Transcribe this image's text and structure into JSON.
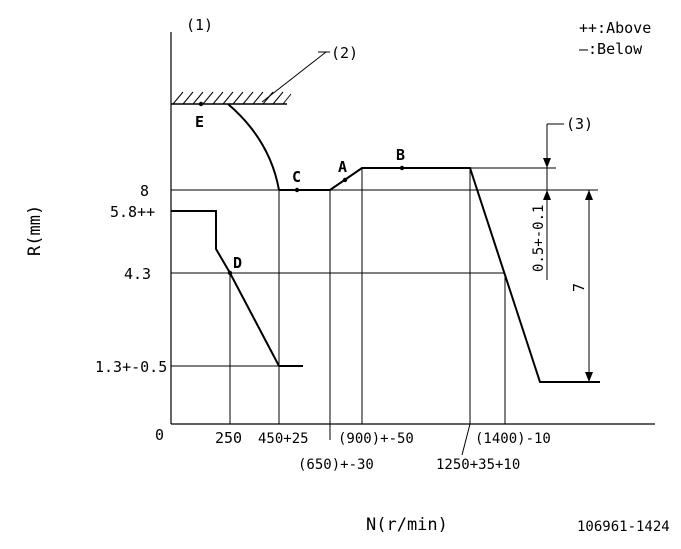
{
  "legend": {
    "above": "++:Above",
    "below": "—:Below"
  },
  "notes": {
    "n1": "(1)",
    "n2": "(2)",
    "n3": "(3)"
  },
  "axes": {
    "y_title": "R(mm)",
    "x_title": "N(r/min)",
    "origin": "0"
  },
  "y_ticks": {
    "t8": "8",
    "t58": "5.8++",
    "t43": "4.3",
    "t13": "1.3+-0.5"
  },
  "x_ticks": {
    "t250": "250",
    "t450": "450+25",
    "t650": "(650)+-30",
    "t900": "(900)+-50",
    "t1250": "1250+35+10",
    "t1400": "(1400)-10"
  },
  "points": {
    "A": "A",
    "B": "B",
    "C": "C",
    "D": "D",
    "E": "E"
  },
  "dims": {
    "d05": "0.5+-0.1",
    "d7": "7"
  },
  "doc_code": "106961-1424"
}
